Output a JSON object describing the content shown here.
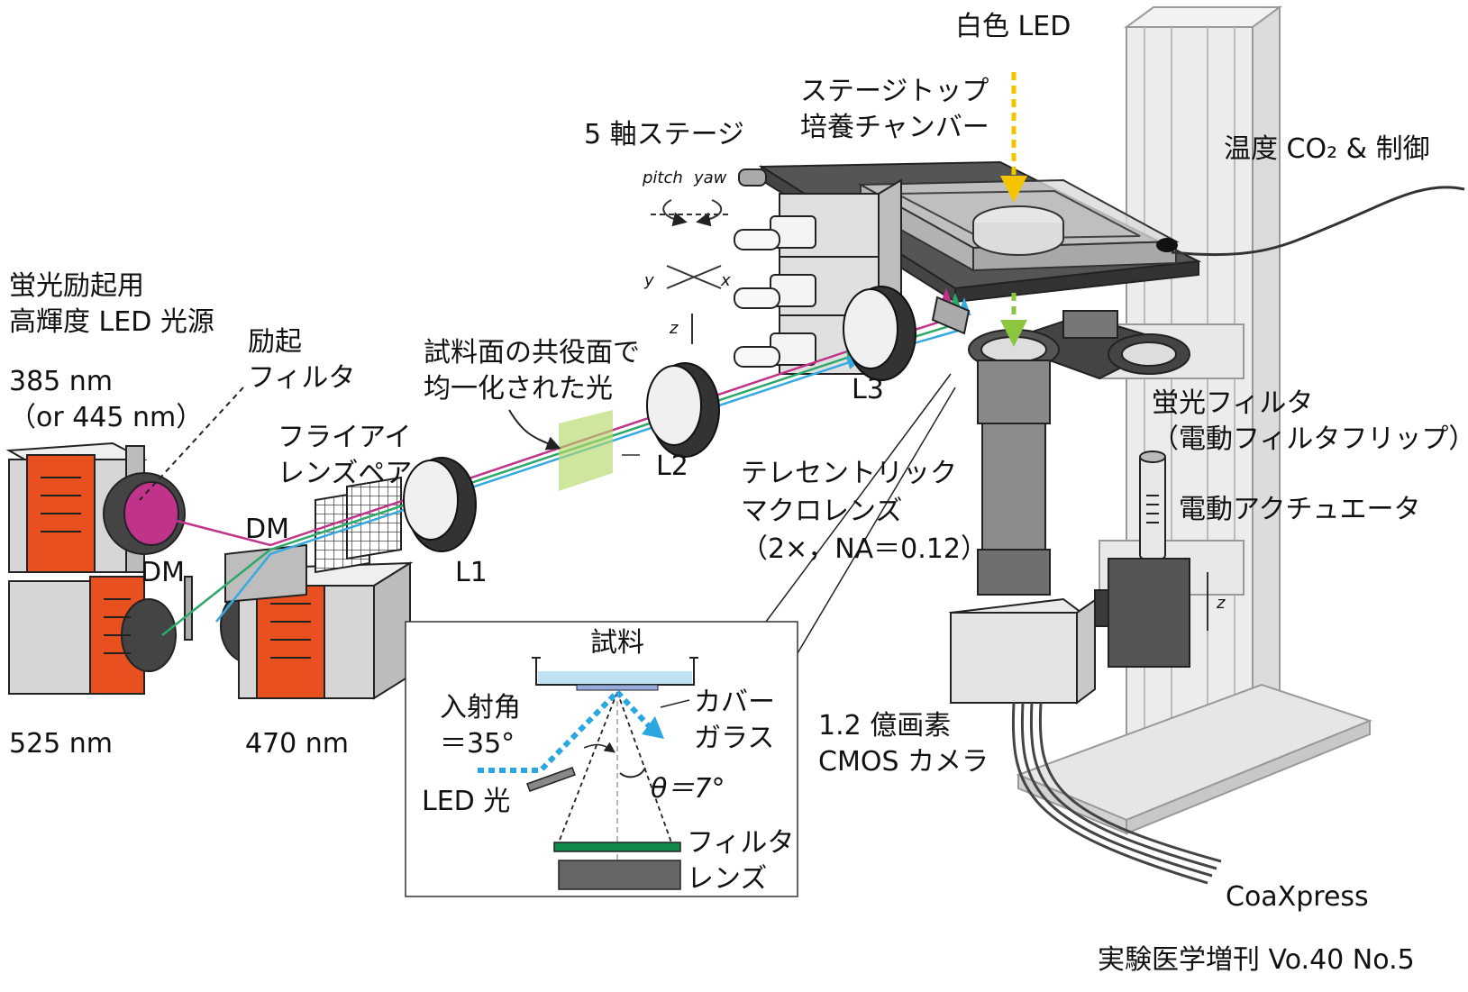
{
  "labels": {
    "white_led": "白色 LED",
    "stagetop_chamber": "ステージトップ\n培養チャンバー",
    "five_axis_stage": "5 軸ステージ",
    "temp_co2_control": "温度 CO₂ & 制御",
    "fluor_led_source": "蛍光励起用\n高輝度 LED 光源",
    "wl_385": "385 nm\n（or 445 nm）",
    "wl_525": "525 nm",
    "wl_470": "470 nm",
    "excitation_filter": "励起\nフィルタ",
    "fly_eye_lens_pair": "フライアイ\nレンズペア",
    "dm_upper": "DM",
    "dm_lower": "DM",
    "lens_l1": "L1",
    "lens_l2": "L2",
    "lens_l3": "L3",
    "homogenized_light": "試料面の共役面で\n均一化された光",
    "telecentric_lens": "テレセントリック\nマクロレンズ\n（2×，NA＝0.12）",
    "fluor_filter": "蛍光フィルタ\n（電動フィルタフリップ）",
    "motor_actuator": "電動アクチュエータ",
    "camera": "1.2 億画素\nCMOS カメラ",
    "coaxpress": "CoaXpress",
    "axis_pitch": "pitch",
    "axis_yaw": "yaw",
    "axis_x": "x",
    "axis_y": "y",
    "axis_z": "z",
    "axis_z2": "z",
    "citation": "実験医学増刊 Vo.40 No.5"
  },
  "inset": {
    "sample": "試料",
    "cover_glass": "カバー\nガラス",
    "incidence_angle": "入射角\n＝35°",
    "led_light": "LED 光",
    "theta": "θ＝7°",
    "filter": "フィルタ",
    "lens": "レンズ"
  },
  "colors": {
    "led_orange": "#e8501f",
    "ray_magenta": "#c0338a",
    "ray_green": "#2ea86a",
    "ray_cyan": "#35a9e0",
    "white_led_yellow": "#f5c400",
    "led_green_arrow": "#8cc63f",
    "homogenizer_plane": "#b5d86a",
    "inset_blue": "#2aa6e0",
    "filter_green": "#0f8a4a"
  }
}
